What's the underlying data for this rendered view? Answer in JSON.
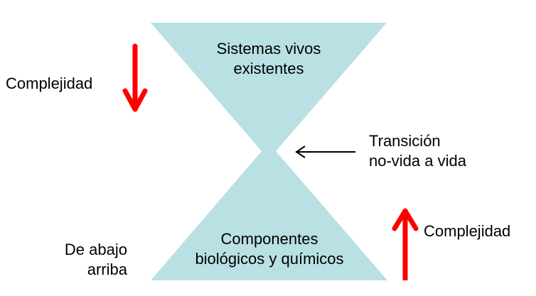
{
  "colors": {
    "hourglass": "#b9e0e3",
    "arrow_red": "#ff0000",
    "arrow_black": "#000000"
  },
  "top_triangle": {
    "line1": "Sistemas vivos",
    "line2": "existentes"
  },
  "bottom_triangle": {
    "line1": "Componentes",
    "line2": "biológicos y químicos"
  },
  "left_label_top": "Complejidad",
  "left_label_bottom": {
    "line1": "De abajo",
    "line2": "arriba"
  },
  "transition_label": {
    "line1": "Transición",
    "line2": "no-vida a vida"
  },
  "right_label": "Complejidad"
}
